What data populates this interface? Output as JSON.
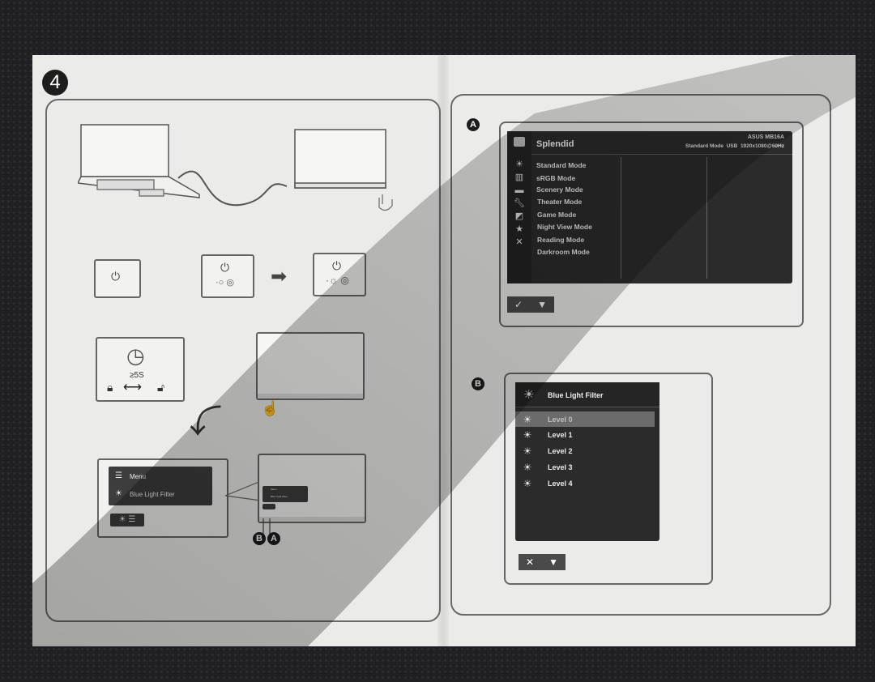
{
  "step_number": "4",
  "section_a": {
    "badge": "A",
    "osd": {
      "title": "Splendid",
      "model": "ASUS MB16A",
      "status": "Standard Mode  USB  1920x1080@60Hz",
      "modes": [
        "Standard Mode",
        "sRGB Mode",
        "Scenery Mode",
        "Theater Mode",
        "Game Mode",
        "Night View Mode",
        "Reading Mode",
        "Darkroom Mode"
      ],
      "side_icons": [
        "splendid-icon",
        "blue-light-icon",
        "color-icon",
        "image-icon",
        "setup-wrench-icon",
        "shortcut-icon",
        "my-favorite-star-icon",
        "close-x-icon"
      ]
    },
    "keys": [
      "✓",
      "▼"
    ]
  },
  "section_b": {
    "badge": "B",
    "osd": {
      "title": "Blue Light Filter",
      "levels": [
        "Level 0",
        "Level 1",
        "Level 2",
        "Level 3",
        "Level 4"
      ],
      "selected_index": 0
    },
    "keys": [
      "✕",
      "▼"
    ]
  },
  "left_panel": {
    "lock_timer": "≥5S",
    "menu_popup": {
      "items": [
        "Menu",
        "Blue Light Filter"
      ]
    },
    "monitor_mini_menu": [
      "Menu",
      "Blue Light Filter"
    ],
    "button_labels": [
      "B",
      "A"
    ]
  },
  "colors": {
    "osd_background": "#2b2b2b",
    "paper": "#ebebe9",
    "line": "#666666"
  }
}
